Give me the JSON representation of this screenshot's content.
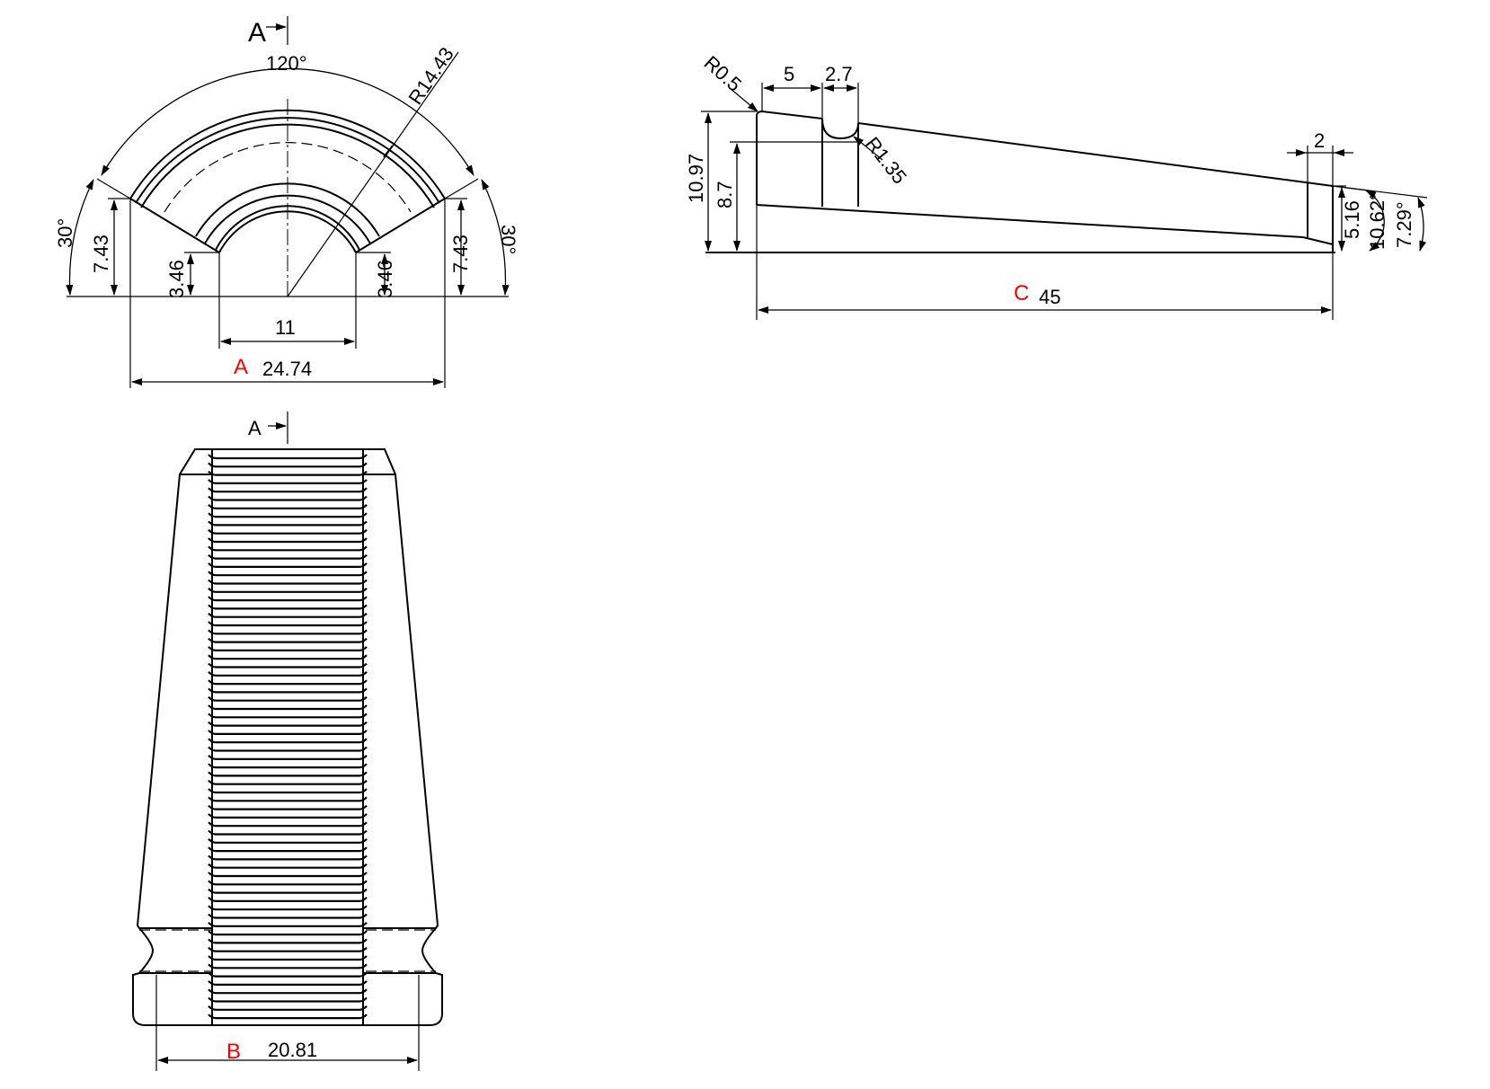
{
  "colors": {
    "line": "#000000",
    "section_label": "#ff0000",
    "background": "#ffffff"
  },
  "section_marks": {
    "top": "A",
    "bottom": "A"
  },
  "top_view": {
    "angle_center": "120°",
    "angle_left": "30°",
    "angle_right": "30°",
    "radius": "R14.43",
    "height_left": "7.43",
    "height_right": "7.43",
    "inner_left": "3.46",
    "inner_right": "3.46",
    "inner_width": "11",
    "outer_label": "A",
    "outer_width": "24.74"
  },
  "side_view": {
    "fillet_radius": "R0.5",
    "len_to_groove": "5",
    "groove_width": "2.7",
    "groove_radius": "R1.35",
    "end_width": "2",
    "height_total": "10.97",
    "height_inner": "8.7",
    "end_height": "5.16",
    "angle_1": "10.62°",
    "angle_2": "7.29°",
    "length_label": "C",
    "length": "45"
  },
  "front_view": {
    "width_label": "B",
    "width": "20.81"
  }
}
